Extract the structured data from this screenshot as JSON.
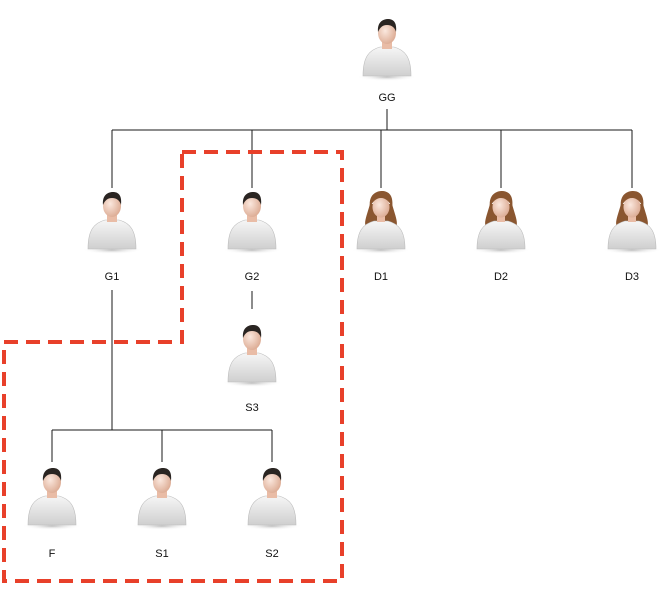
{
  "nodes": {
    "gg": {
      "label": "GG",
      "gender": "male"
    },
    "g1": {
      "label": "G1",
      "gender": "male"
    },
    "g2": {
      "label": "G2",
      "gender": "male"
    },
    "d1": {
      "label": "D1",
      "gender": "female"
    },
    "d2": {
      "label": "D2",
      "gender": "female"
    },
    "d3": {
      "label": "D3",
      "gender": "female"
    },
    "s3": {
      "label": "S3",
      "gender": "male"
    },
    "f": {
      "label": "F",
      "gender": "male"
    },
    "s1": {
      "label": "S1",
      "gender": "male"
    },
    "s2": {
      "label": "S2",
      "gender": "male"
    }
  },
  "colors": {
    "highlight": "#e8402a",
    "connector": "#1a1a1a",
    "shirt": "#e4e4e4",
    "skin": "#f2d2c2",
    "male_hair": "#2a2522",
    "female_hair": "#8a5630"
  },
  "icons": {
    "male": "male-person-icon",
    "female": "female-person-icon"
  }
}
